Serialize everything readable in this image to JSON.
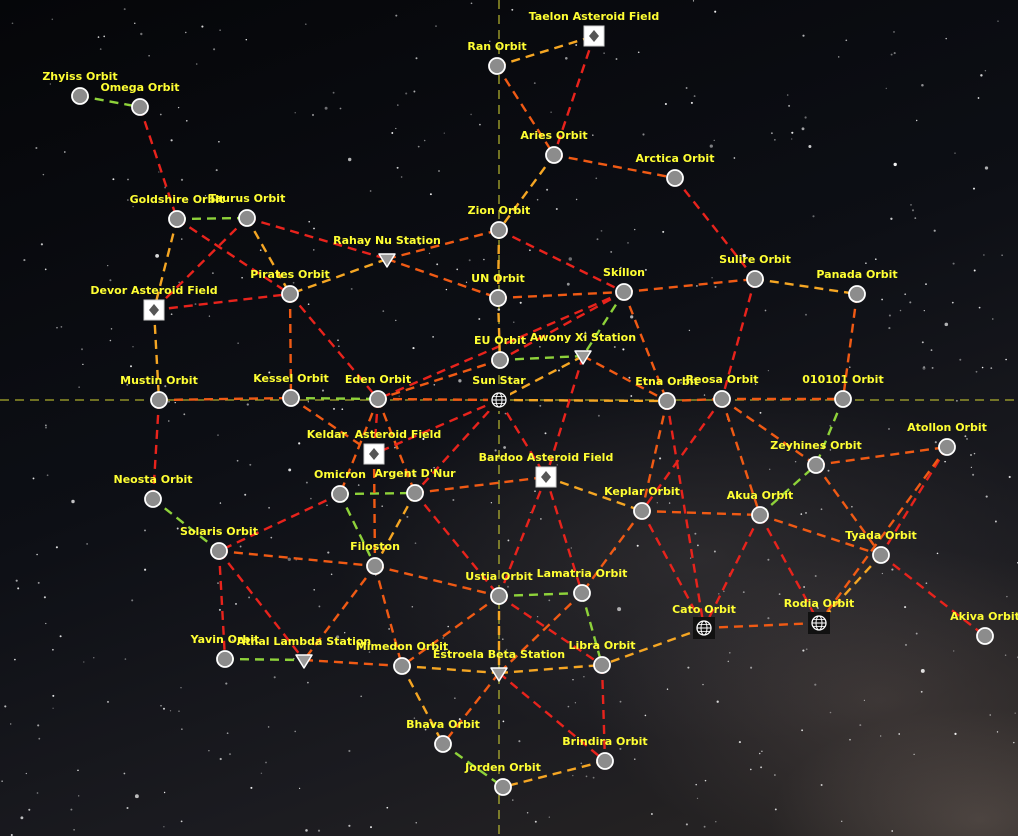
{
  "colors": {
    "background": "#0b0d12",
    "label": "#ffff33",
    "axis": "#c8c832",
    "lane_red": "#e8231c",
    "lane_orange": "#f05a14",
    "lane_amber": "#f5a623",
    "lane_green": "#8ed23a",
    "node_fill": "#8c8c8c",
    "node_stroke": "#ffffff"
  },
  "icons": {
    "orbit": "grey-circle-node",
    "asteroid_field": "diamond-in-square-icon",
    "station": "inverted-triangle-diamond-icon",
    "planet": "globe-icon",
    "star": "globe-icon"
  },
  "nodes": [
    {
      "id": "taelon",
      "label": "Taelon Asteroid Field",
      "kind": "asteroid_field"
    },
    {
      "id": "ran",
      "label": "Ran Orbit",
      "kind": "orbit"
    },
    {
      "id": "zhyiss",
      "label": "Zhyiss Orbit",
      "kind": "orbit"
    },
    {
      "id": "omega",
      "label": "Omega Orbit",
      "kind": "orbit"
    },
    {
      "id": "aries",
      "label": "Aries Orbit",
      "kind": "orbit"
    },
    {
      "id": "arctica",
      "label": "Arctica Orbit",
      "kind": "orbit"
    },
    {
      "id": "goldshire",
      "label": "Goldshire Orbit",
      "kind": "orbit"
    },
    {
      "id": "taurus",
      "label": "Taurus Orbit",
      "kind": "orbit"
    },
    {
      "id": "zion",
      "label": "Zion Orbit",
      "kind": "orbit"
    },
    {
      "id": "rahay",
      "label": "Rahay Nu Station",
      "kind": "station"
    },
    {
      "id": "sulire",
      "label": "Sulire Orbit",
      "kind": "orbit"
    },
    {
      "id": "panada",
      "label": "Panada Orbit",
      "kind": "orbit"
    },
    {
      "id": "devor",
      "label": "Devor Asteroid Field",
      "kind": "asteroid_field"
    },
    {
      "id": "pirates",
      "label": "Pirates Orbit",
      "kind": "orbit"
    },
    {
      "id": "un",
      "label": "UN Orbit",
      "kind": "orbit"
    },
    {
      "id": "skillon",
      "label": "Skillon",
      "kind": "orbit"
    },
    {
      "id": "eu",
      "label": "EU Orbit",
      "kind": "orbit"
    },
    {
      "id": "awony",
      "label": "Awony Xi Station",
      "kind": "station"
    },
    {
      "id": "mustin",
      "label": "Mustin Orbit",
      "kind": "orbit"
    },
    {
      "id": "kessel",
      "label": "Kessel Orbit",
      "kind": "orbit"
    },
    {
      "id": "eden",
      "label": "Eden Orbit",
      "kind": "orbit"
    },
    {
      "id": "sun",
      "label": "Sun Star",
      "kind": "star"
    },
    {
      "id": "etna",
      "label": "Etna Orbit",
      "kind": "orbit"
    },
    {
      "id": "reosa",
      "label": "Reosa Orbit",
      "kind": "orbit"
    },
    {
      "id": "o010101",
      "label": "010101 Orbit",
      "kind": "orbit"
    },
    {
      "id": "keldar",
      "label": "Keldar  Asteroid Field",
      "kind": "asteroid_field"
    },
    {
      "id": "atollon",
      "label": "Atollon Orbit",
      "kind": "orbit"
    },
    {
      "id": "zeyhines",
      "label": "Zeyhines Orbit",
      "kind": "orbit"
    },
    {
      "id": "bardoo",
      "label": "Bardoo Asteroid Field",
      "kind": "asteroid_field"
    },
    {
      "id": "neosta",
      "label": "Neosta Orbit",
      "kind": "orbit"
    },
    {
      "id": "omicron",
      "label": "Omicron",
      "kind": "orbit"
    },
    {
      "id": "argent",
      "label": "Argent D'Nur",
      "kind": "orbit"
    },
    {
      "id": "keplar",
      "label": "Keplar Orbit",
      "kind": "orbit"
    },
    {
      "id": "akua",
      "label": "Akua Orbit",
      "kind": "orbit"
    },
    {
      "id": "solaris",
      "label": "Solaris Orbit",
      "kind": "orbit"
    },
    {
      "id": "tyada",
      "label": "Tyada Orbit",
      "kind": "orbit"
    },
    {
      "id": "filoston",
      "label": "Filoston",
      "kind": "orbit"
    },
    {
      "id": "ustia",
      "label": "Ustia Orbit",
      "kind": "orbit"
    },
    {
      "id": "lamatria",
      "label": "Lamatria Orbit",
      "kind": "orbit"
    },
    {
      "id": "cato",
      "label": "Cato Orbit",
      "kind": "planet"
    },
    {
      "id": "rodia",
      "label": "Rodia Orbit",
      "kind": "planet"
    },
    {
      "id": "akiva",
      "label": "Akiva Orbit",
      "kind": "orbit"
    },
    {
      "id": "yavin",
      "label": "Yavin Orbit",
      "kind": "orbit"
    },
    {
      "id": "athal",
      "label": "Athal Lambda Station",
      "kind": "station"
    },
    {
      "id": "mimedon",
      "label": "Mimedon Orbit",
      "kind": "orbit"
    },
    {
      "id": "estroela",
      "label": "Estroela Beta Station",
      "kind": "station"
    },
    {
      "id": "libra",
      "label": "Libra Orbit",
      "kind": "orbit"
    },
    {
      "id": "bhava",
      "label": "Bhava Orbit",
      "kind": "orbit"
    },
    {
      "id": "brindira",
      "label": "Brindira Orbit",
      "kind": "orbit"
    },
    {
      "id": "jorden",
      "label": "Jorden Orbit",
      "kind": "orbit"
    }
  ],
  "lanes": [
    [
      "zhyiss",
      "omega",
      "green"
    ],
    [
      "omega",
      "goldshire",
      "red"
    ],
    [
      "ran",
      "taelon",
      "amber"
    ],
    [
      "taelon",
      "aries",
      "red"
    ],
    [
      "ran",
      "aries",
      "orange"
    ],
    [
      "aries",
      "zion",
      "amber"
    ],
    [
      "aries",
      "arctica",
      "orange"
    ],
    [
      "arctica",
      "sulire",
      "red"
    ],
    [
      "goldshire",
      "taurus",
      "green"
    ],
    [
      "goldshire",
      "devor",
      "amber"
    ],
    [
      "goldshire",
      "pirates",
      "red"
    ],
    [
      "taurus",
      "pirates",
      "amber"
    ],
    [
      "taurus",
      "devor",
      "red"
    ],
    [
      "taurus",
      "rahay",
      "red"
    ],
    [
      "rahay",
      "zion",
      "orange"
    ],
    [
      "rahay",
      "pirates",
      "amber"
    ],
    [
      "rahay",
      "un",
      "orange"
    ],
    [
      "zion",
      "skillon",
      "red"
    ],
    [
      "zion",
      "un",
      "amber"
    ],
    [
      "un",
      "skillon",
      "orange"
    ],
    [
      "skillon",
      "sulire",
      "orange"
    ],
    [
      "sulire",
      "panada",
      "amber"
    ],
    [
      "sulire",
      "reosa",
      "red"
    ],
    [
      "panada",
      "o010101",
      "orange"
    ],
    [
      "skillon",
      "etna",
      "orange"
    ],
    [
      "skillon",
      "eu",
      "red"
    ],
    [
      "skillon",
      "awony",
      "green"
    ],
    [
      "skillon",
      "eden",
      "red"
    ],
    [
      "un",
      "eu",
      "amber"
    ],
    [
      "eu",
      "awony",
      "green"
    ],
    [
      "eu",
      "eden",
      "orange"
    ],
    [
      "awony",
      "etna",
      "orange"
    ],
    [
      "awony",
      "sun",
      "amber"
    ],
    [
      "awony",
      "bardoo",
      "red"
    ],
    [
      "devor",
      "pirates",
      "red"
    ],
    [
      "devor",
      "mustin",
      "amber"
    ],
    [
      "pirates",
      "kessel",
      "orange"
    ],
    [
      "pirates",
      "eden",
      "red"
    ],
    [
      "mustin",
      "kessel",
      "orange"
    ],
    [
      "kessel",
      "eden",
      "green"
    ],
    [
      "eden",
      "sun",
      "orange"
    ],
    [
      "eden",
      "keldar",
      "red"
    ],
    [
      "eden",
      "omicron",
      "orange"
    ],
    [
      "eden",
      "argent",
      "orange"
    ],
    [
      "kessel",
      "keldar",
      "orange"
    ],
    [
      "sun",
      "keldar",
      "red"
    ],
    [
      "sun",
      "argent",
      "red"
    ],
    [
      "sun",
      "etna",
      "amber"
    ],
    [
      "sun",
      "bardoo",
      "red"
    ],
    [
      "etna",
      "reosa",
      "orange"
    ],
    [
      "reosa",
      "o010101",
      "orange"
    ],
    [
      "reosa",
      "keplar",
      "red"
    ],
    [
      "reosa",
      "akua",
      "orange"
    ],
    [
      "reosa",
      "zeyhines",
      "orange"
    ],
    [
      "etna",
      "keplar",
      "orange"
    ],
    [
      "etna",
      "cato",
      "red"
    ],
    [
      "o010101",
      "zeyhines",
      "green"
    ],
    [
      "zeyhines",
      "atollon",
      "orange"
    ],
    [
      "zeyhines",
      "tyada",
      "orange"
    ],
    [
      "atollon",
      "tyada",
      "red"
    ],
    [
      "atollon",
      "rodia",
      "orange"
    ],
    [
      "tyada",
      "akiva",
      "red"
    ],
    [
      "tyada",
      "rodia",
      "amber"
    ],
    [
      "mustin",
      "neosta",
      "red"
    ],
    [
      "neosta",
      "solaris",
      "green"
    ],
    [
      "omicron",
      "solaris",
      "red"
    ],
    [
      "omicron",
      "argent",
      "green"
    ],
    [
      "omicron",
      "filoston",
      "green"
    ],
    [
      "keldar",
      "filoston",
      "orange"
    ],
    [
      "argent",
      "bardoo",
      "orange"
    ],
    [
      "argent",
      "filoston",
      "amber"
    ],
    [
      "argent",
      "ustia",
      "red"
    ],
    [
      "bardoo",
      "keplar",
      "amber"
    ],
    [
      "bardoo",
      "lamatria",
      "red"
    ],
    [
      "bardoo",
      "ustia",
      "red"
    ],
    [
      "keplar",
      "akua",
      "orange"
    ],
    [
      "keplar",
      "lamatria",
      "orange"
    ],
    [
      "keplar",
      "cato",
      "red"
    ],
    [
      "akua",
      "zeyhines",
      "green"
    ],
    [
      "akua",
      "tyada",
      "orange"
    ],
    [
      "akua",
      "cato",
      "red"
    ],
    [
      "akua",
      "rodia",
      "red"
    ],
    [
      "cato",
      "rodia",
      "orange"
    ],
    [
      "cato",
      "libra",
      "amber"
    ],
    [
      "solaris",
      "yavin",
      "red"
    ],
    [
      "solaris",
      "athal",
      "red"
    ],
    [
      "solaris",
      "filoston",
      "orange"
    ],
    [
      "filoston",
      "ustia",
      "orange"
    ],
    [
      "filoston",
      "athal",
      "orange"
    ],
    [
      "filoston",
      "mimedon",
      "orange"
    ],
    [
      "ustia",
      "lamatria",
      "green"
    ],
    [
      "ustia",
      "mimedon",
      "orange"
    ],
    [
      "ustia",
      "libra",
      "red"
    ],
    [
      "ustia",
      "estroela",
      "amber"
    ],
    [
      "lamatria",
      "libra",
      "green"
    ],
    [
      "lamatria",
      "estroela",
      "orange"
    ],
    [
      "yavin",
      "athal",
      "green"
    ],
    [
      "athal",
      "mimedon",
      "orange"
    ],
    [
      "mimedon",
      "estroela",
      "amber"
    ],
    [
      "mimedon",
      "bhava",
      "amber"
    ],
    [
      "estroela",
      "libra",
      "amber"
    ],
    [
      "estroela",
      "brindira",
      "red"
    ],
    [
      "estroela",
      "bhava",
      "orange"
    ],
    [
      "libra",
      "brindira",
      "red"
    ],
    [
      "bhava",
      "jorden",
      "green"
    ],
    [
      "brindira",
      "jorden",
      "amber"
    ]
  ]
}
